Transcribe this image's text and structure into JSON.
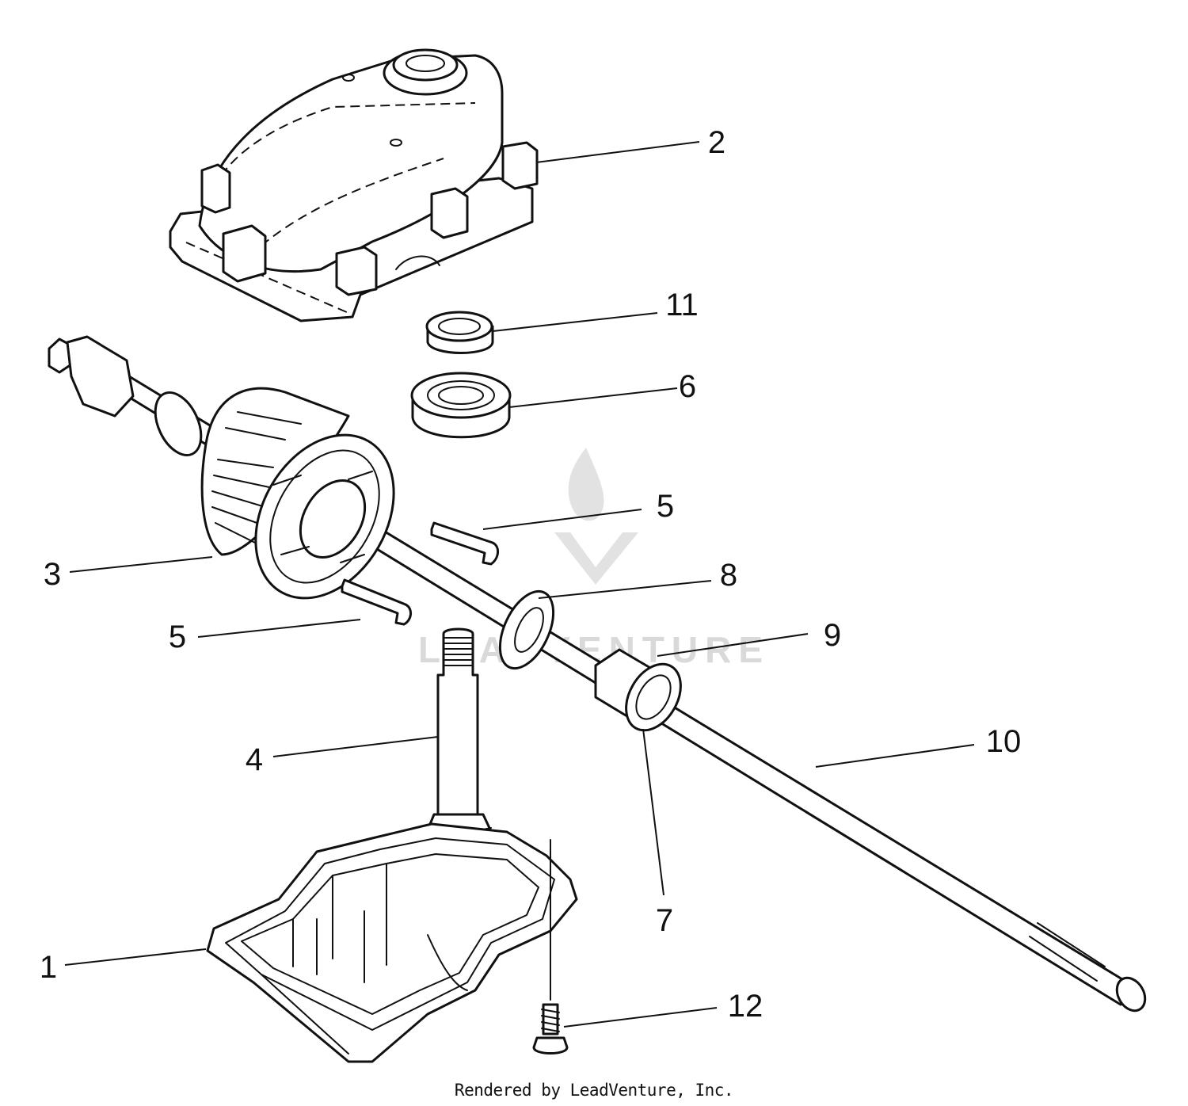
{
  "callouts": [
    {
      "id": "1",
      "label": "1"
    },
    {
      "id": "2",
      "label": "2"
    },
    {
      "id": "3",
      "label": "3"
    },
    {
      "id": "4",
      "label": "4"
    },
    {
      "id": "5a",
      "label": "5"
    },
    {
      "id": "5b",
      "label": "5"
    },
    {
      "id": "6",
      "label": "6"
    },
    {
      "id": "7",
      "label": "7"
    },
    {
      "id": "8",
      "label": "8"
    },
    {
      "id": "9",
      "label": "9"
    },
    {
      "id": "10",
      "label": "10"
    },
    {
      "id": "11",
      "label": "11"
    },
    {
      "id": "12",
      "label": "12"
    }
  ],
  "watermark": {
    "text": "LEADVENTURE",
    "color": "#d9d9d9"
  },
  "footer": {
    "credit": "Rendered by LeadVenture, Inc."
  },
  "colors": {
    "line": "#111111",
    "background": "#ffffff"
  }
}
